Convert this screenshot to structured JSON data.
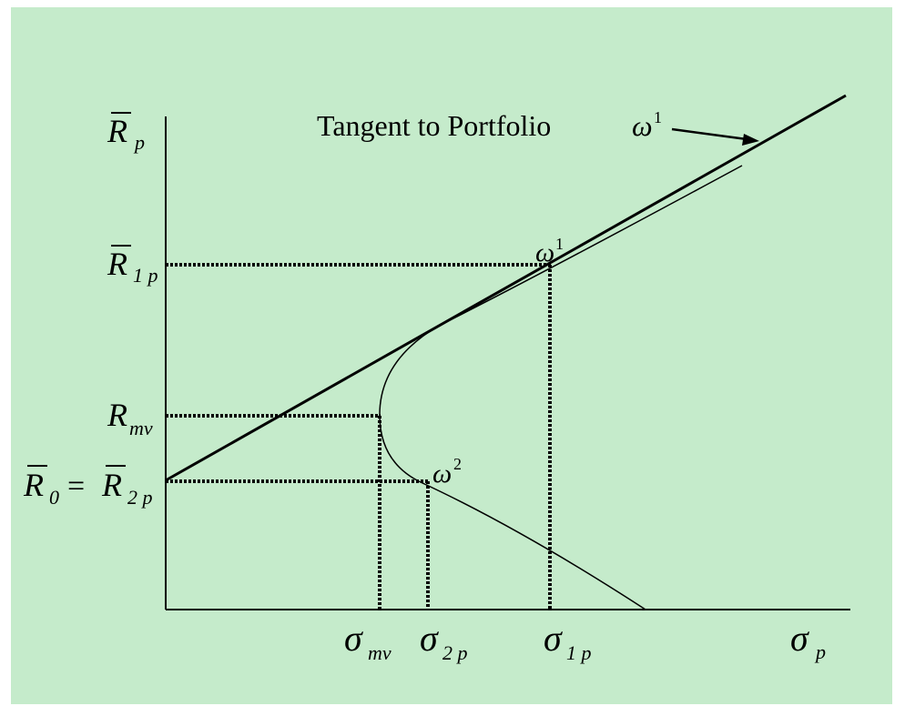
{
  "colors": {
    "background": "#c5ebcb",
    "ink": "#000000"
  },
  "labels": {
    "y_axis": {
      "main": "R",
      "sub": "p",
      "bar": true
    },
    "x_axis": {
      "main": "σ",
      "sub": "p"
    },
    "r1p": {
      "main": "R",
      "sub": "1 p",
      "bar": true
    },
    "rmv": {
      "main": "R",
      "sub": "mv",
      "bar": false
    },
    "r0": {
      "main": "R",
      "sub": "0",
      "bar": true
    },
    "equals": "=",
    "r2p": {
      "main": "R",
      "sub": "2 p",
      "bar": true
    },
    "sigma_mv": {
      "main": "σ",
      "sub": "mv"
    },
    "sigma_2p": {
      "main": "σ",
      "sub": "2 p"
    },
    "sigma_1p": {
      "main": "σ",
      "sub": "1 p"
    },
    "omega1": {
      "main": "ω",
      "sup": "1"
    },
    "omega2": {
      "main": "ω",
      "sup": "2"
    },
    "tangent_text": "Tangent to Portfolio",
    "tangent_omega": {
      "main": "ω",
      "sup": "1"
    }
  }
}
